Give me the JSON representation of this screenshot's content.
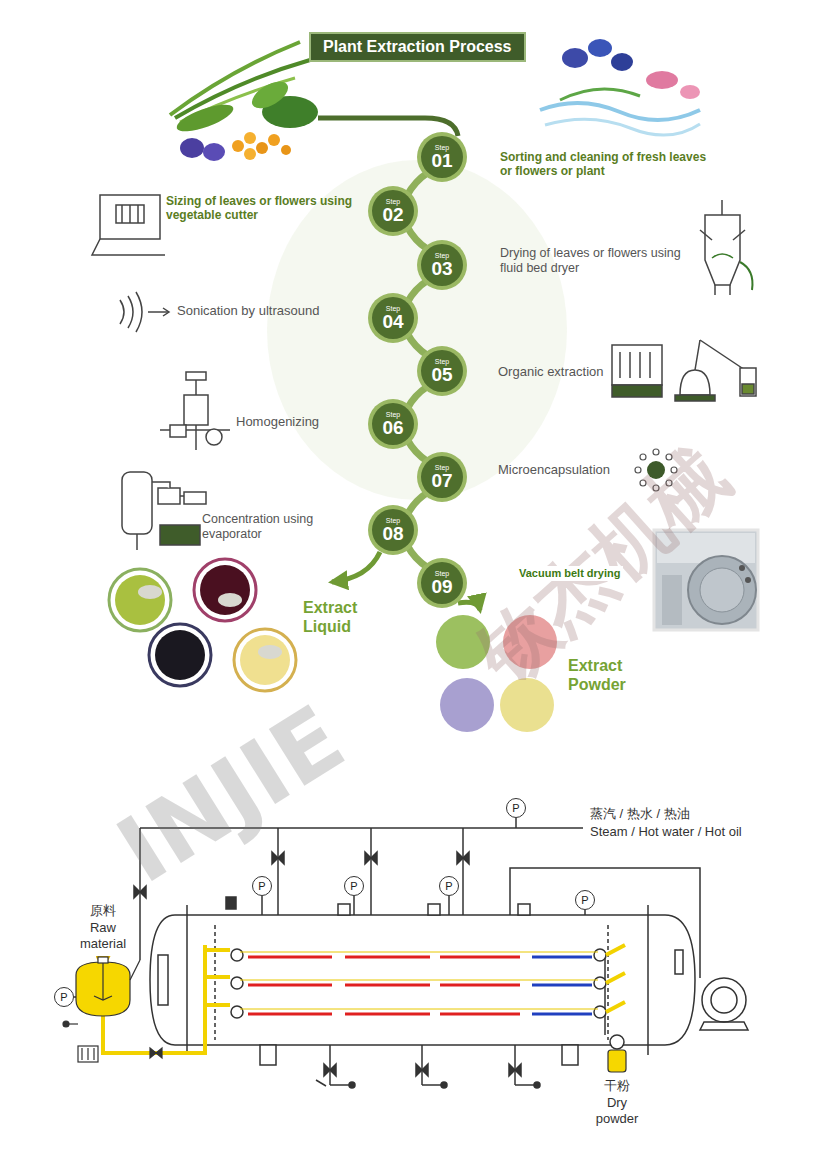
{
  "diagram": {
    "title": "Plant Extraction Process",
    "nodes": [
      {
        "text": [
          "Step",
          "01"
        ]
      },
      {
        "text": [
          "Step",
          "02"
        ]
      },
      {
        "text": [
          "Step",
          "03"
        ]
      },
      {
        "text": [
          "Step",
          "04"
        ]
      },
      {
        "text": [
          "Step",
          "05"
        ]
      },
      {
        "text": [
          "Step",
          "06"
        ]
      },
      {
        "text": [
          "Step",
          "07"
        ]
      },
      {
        "text": [
          "Step",
          "08"
        ]
      },
      {
        "text": [
          "Step",
          "09"
        ]
      },
      {
        "text": [
          "P"
        ]
      },
      {
        "text": [
          "P"
        ]
      },
      {
        "text": [
          "P"
        ]
      },
      {
        "text": [
          "P"
        ]
      },
      {
        "text": [
          "P"
        ]
      },
      {
        "text": [
          "P"
        ]
      }
    ],
    "edges": [
      {
        "from": 0,
        "to": 1,
        "arrow": "none"
      },
      {
        "from": 1,
        "to": 2,
        "arrow": "none"
      },
      {
        "from": 2,
        "to": 3,
        "arrow": "none"
      },
      {
        "from": 3,
        "to": 4,
        "arrow": "none"
      },
      {
        "from": 4,
        "to": 5,
        "arrow": "none"
      },
      {
        "from": 5,
        "to": 6,
        "arrow": "none"
      },
      {
        "from": 6,
        "to": 7,
        "arrow": "none"
      },
      {
        "from": 7,
        "to": 8,
        "arrow": "none"
      }
    ],
    "labels": [
      "Sorting and cleaning of fresh leaves or flowers or plant",
      "Sizing of leaves or flowers using vegetable cutter",
      "Drying of leaves or flowers using fluid bed dryer",
      "Sonication by ultrasound",
      "Organic extraction",
      "Homogenizing",
      "Microencapsulation",
      "Concentration using evaporator",
      "Vacuum belt drying",
      "Extract Liquid",
      "Extract Powder",
      "蒸汽 / 热水 / 热油",
      "Steam / Hot water / Hot oil",
      "原料",
      "Raw material",
      "干粉",
      "Dry powder",
      "INJIE",
      "钦杰机械"
    ]
  }
}
